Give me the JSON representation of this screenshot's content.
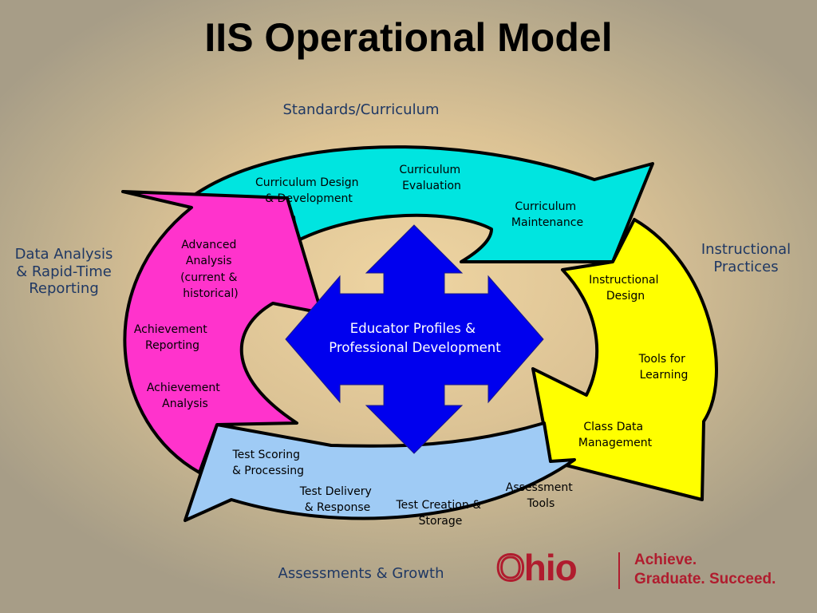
{
  "title": "IIS Operational Model",
  "sections": {
    "top": "Standards/Curriculum",
    "right": [
      "Instructional",
      "Practices"
    ],
    "left": [
      "Data Analysis",
      "& Rapid-Time",
      "Reporting"
    ],
    "bottom": "Assessments & Growth"
  },
  "center": [
    "Educator Profiles &",
    "Professional Development"
  ],
  "arrows": {
    "top": {
      "color": "#00e5e0",
      "items": [
        [
          "Curriculum Design",
          "& Development"
        ],
        [
          "Curriculum",
          "Evaluation"
        ],
        [
          "Curriculum",
          "Maintenance"
        ]
      ]
    },
    "right": {
      "color": "#ffff00",
      "items": [
        [
          "Instructional",
          "Design"
        ],
        [
          "Tools for",
          "Learning"
        ],
        [
          "Class Data",
          "Management"
        ]
      ]
    },
    "bottom": {
      "color": "#9fcbf5",
      "items": [
        [
          "Test Scoring",
          "& Processing"
        ],
        [
          "Test Delivery",
          "& Response"
        ],
        [
          "Test Creation &",
          "Storage"
        ],
        [
          "Assessment",
          "Tools"
        ]
      ]
    },
    "left": {
      "color": "#ff33cc",
      "items": [
        [
          "Advanced",
          "Analysis",
          "(current &",
          "historical)"
        ],
        [
          "Achievement",
          "Reporting"
        ],
        [
          "Achievement",
          "Analysis"
        ]
      ]
    }
  },
  "center_color": "#0000ee",
  "logo": {
    "wordmark_o": "O",
    "wordmark_rest": "hio",
    "tagline": [
      "Achieve.",
      "Graduate. Succeed."
    ],
    "color": "#b01c2e"
  }
}
